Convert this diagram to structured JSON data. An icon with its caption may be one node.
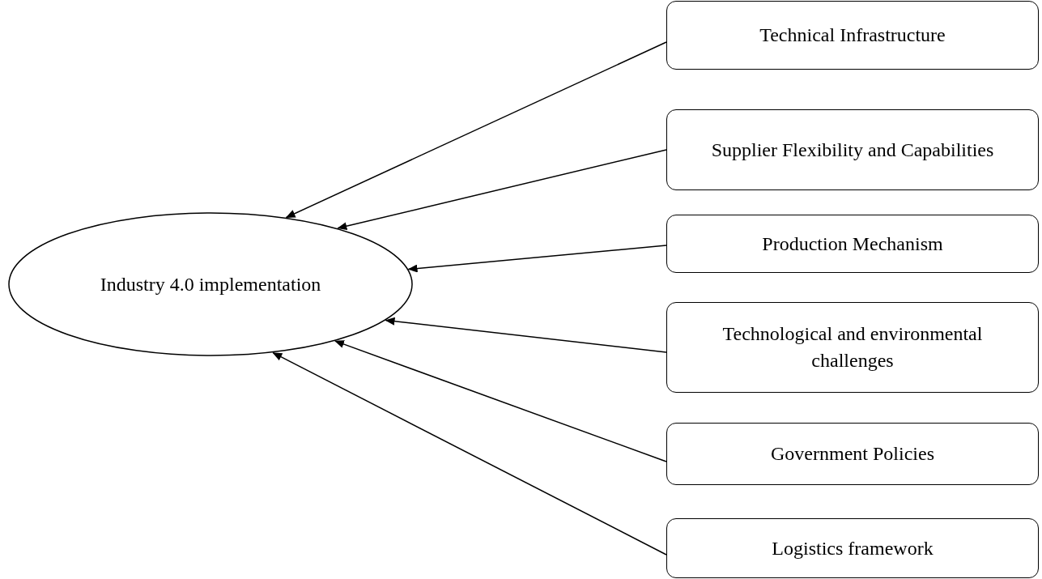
{
  "diagram": {
    "nodes": [
      {
        "text": [
          "Industry 4.0 implementation"
        ]
      },
      {
        "text": [
          "Technical Infrastructure"
        ]
      },
      {
        "text": [
          "Supplier Flexibility and Capabilities"
        ]
      },
      {
        "text": [
          "Production Mechanism"
        ]
      },
      {
        "text": [
          "Technological and environmental challenges"
        ]
      },
      {
        "text": [
          "Government Policies"
        ]
      },
      {
        "text": [
          "Logistics framework"
        ]
      }
    ],
    "edges": [
      {
        "from": 1,
        "to": 0,
        "arrow": "to"
      },
      {
        "from": 2,
        "to": 0,
        "arrow": "to"
      },
      {
        "from": 3,
        "to": 0,
        "arrow": "to"
      },
      {
        "from": 4,
        "to": 0,
        "arrow": "to"
      },
      {
        "from": 5,
        "to": 0,
        "arrow": "to"
      },
      {
        "from": 6,
        "to": 0,
        "arrow": "to"
      }
    ]
  }
}
